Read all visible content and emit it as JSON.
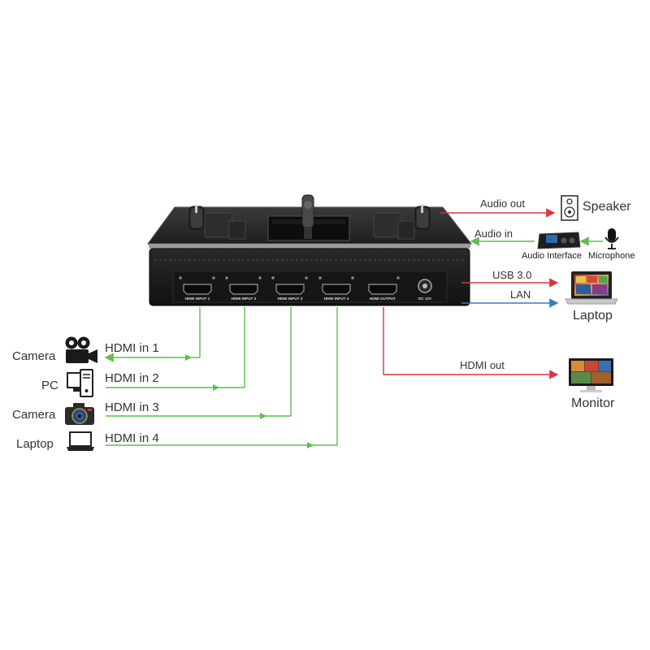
{
  "device": {
    "ports": [
      "HDMI INPUT 1",
      "HDMI INPUT 2",
      "HDMI INPUT 3",
      "HDMI INPUT 4",
      "HDMI OUTPUT",
      "DC 12V"
    ]
  },
  "inputs": [
    {
      "device": "Camera",
      "icon": "video-camera-icon",
      "link": "HDMI in 1"
    },
    {
      "device": "PC",
      "icon": "desktop-pc-icon",
      "link": "HDMI in 2"
    },
    {
      "device": "Camera",
      "icon": "photo-camera-icon",
      "link": "HDMI in 3"
    },
    {
      "device": "Laptop",
      "icon": "laptop-icon",
      "link": "HDMI in 4"
    }
  ],
  "outputs": {
    "audio_out": {
      "link": "Audio out",
      "device": "Speaker",
      "icon": "speaker-icon"
    },
    "audio_in": {
      "link": "Audio in",
      "interface": "Audio Interface",
      "device": "Microphone",
      "icon": "microphone-icon"
    },
    "laptop": {
      "links": [
        "USB 3.0",
        "LAN"
      ],
      "device": "Laptop",
      "icon": "laptop-icon"
    },
    "monitor": {
      "link": "HDMI out",
      "device": "Monitor",
      "icon": "monitor-icon"
    }
  },
  "colors": {
    "input_line": "#5cbf4a",
    "output_line": "#d9363e",
    "lan_line": "#2f7fc1",
    "device_body": "#1c1c1c"
  }
}
